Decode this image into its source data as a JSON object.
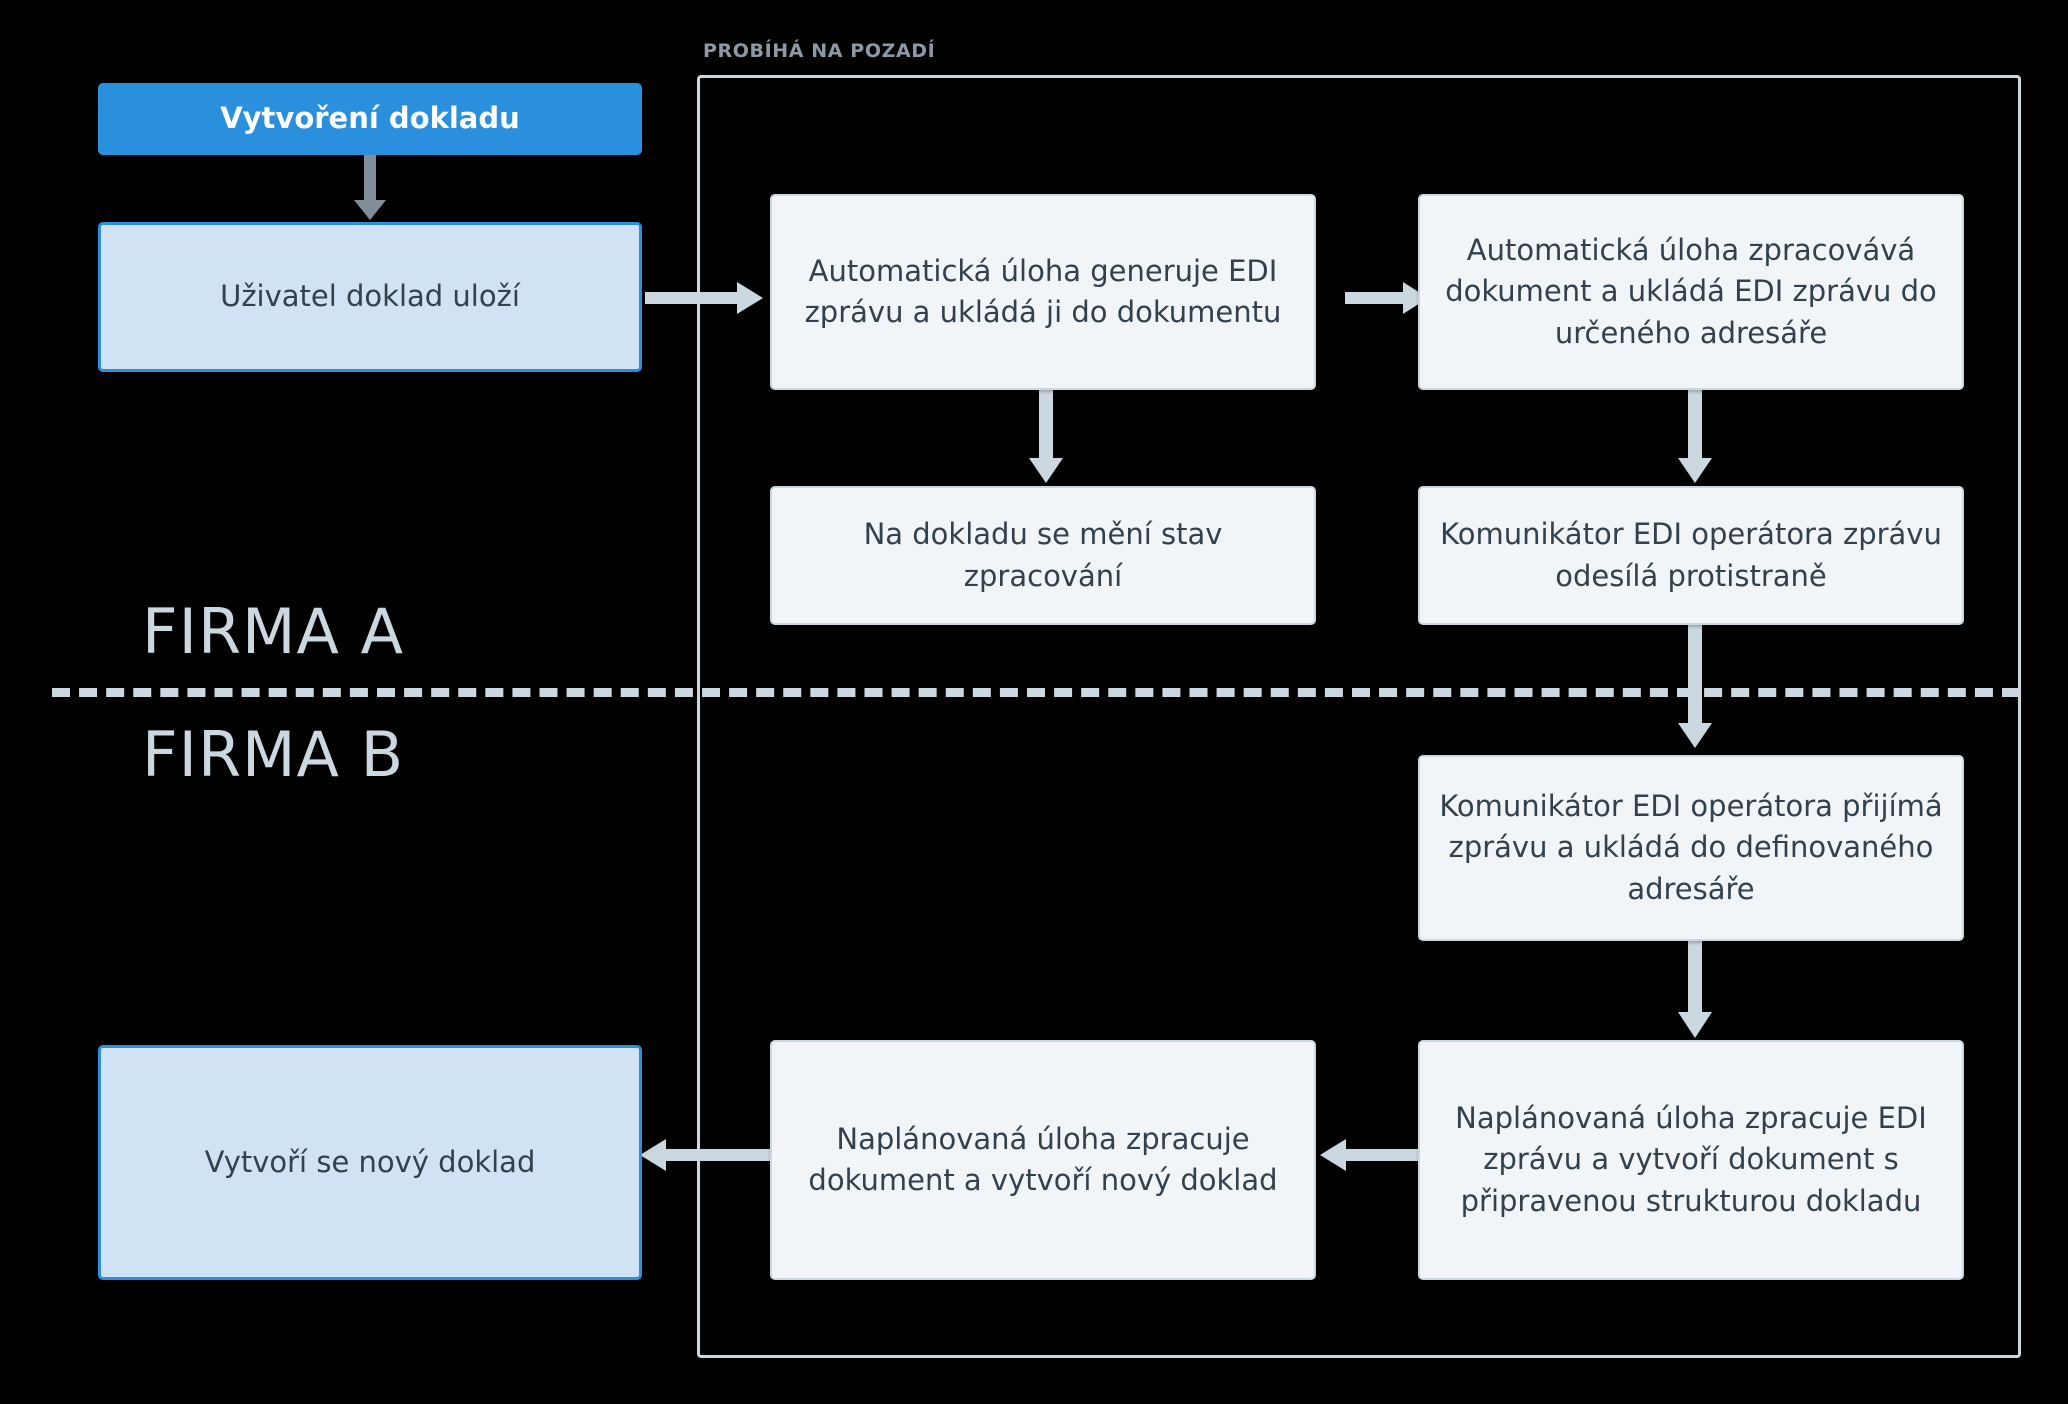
{
  "diagram": {
    "title_not_shown": "",
    "colors": {
      "background": "#000000",
      "accent_blue": "#2a8fdd",
      "light_blue_fill": "#cfe3f5",
      "node_fill": "#f1f5f8",
      "node_border": "#ccd8e0",
      "text_dark": "#33414d",
      "label_grey": "#8d9aa5",
      "lane_text": "#ccd8e0",
      "arrow_grey": "#ccd8e0",
      "arrow_dark_grey": "#808e99"
    },
    "container": {
      "label": "PROBÍHÁ NA POZADÍ"
    },
    "lanes": [
      {
        "label": "FIRMA A"
      },
      {
        "label": "FIRMA B"
      }
    ],
    "nodes": {
      "header": {
        "label": "Vytvoření dokladu"
      },
      "user_save": {
        "label": "Uživatel doklad uloží"
      },
      "auto_generate": {
        "label": "Automatická úloha generuje EDI zprávu a ukládá ji do dokumentu"
      },
      "auto_process": {
        "label": "Automatická úloha zpracovává dokument a ukládá EDI zprávu do určeného adresáře"
      },
      "doc_state": {
        "label": "Na dokladu se mění stav zpracování"
      },
      "edi_send": {
        "label": "Komunikátor EDI operátora zprávu odesílá protistraně"
      },
      "edi_receive": {
        "label": "Komunikátor EDI operátora přijímá zprávu a ukládá do definovaného adresáře"
      },
      "scheduled_create_doc": {
        "label": "Naplánovaná úloha zpracuje EDI zprávu a vytvoří dokument s připravenou strukturou dokladu"
      },
      "scheduled_create_record": {
        "label": "Naplánovaná úloha zpracuje dokument a vytvoří nový doklad"
      },
      "new_record": {
        "label": "Vytvoří se nový doklad"
      }
    },
    "flow_edges": [
      {
        "from": "header",
        "to": "user_save",
        "direction": "down"
      },
      {
        "from": "user_save",
        "to": "auto_generate",
        "direction": "right"
      },
      {
        "from": "auto_generate",
        "to": "doc_state",
        "direction": "down"
      },
      {
        "from": "auto_generate",
        "to": "auto_process",
        "direction": "right"
      },
      {
        "from": "auto_process",
        "to": "edi_send",
        "direction": "down"
      },
      {
        "from": "edi_send",
        "to": "edi_receive",
        "direction": "down"
      },
      {
        "from": "edi_receive",
        "to": "scheduled_create_doc",
        "direction": "down"
      },
      {
        "from": "scheduled_create_doc",
        "to": "scheduled_create_record",
        "direction": "left"
      },
      {
        "from": "scheduled_create_record",
        "to": "new_record",
        "direction": "left"
      }
    ]
  }
}
